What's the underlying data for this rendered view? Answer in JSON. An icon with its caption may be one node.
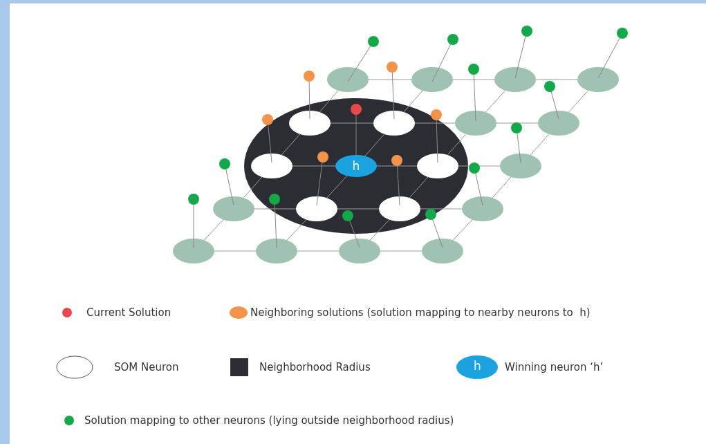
{
  "diagram": {
    "nodes": [
      {
        "text": [
          "h"
        ]
      }
    ],
    "edges": [],
    "labels": [
      "h"
    ],
    "legend": [
      {
        "text": "Current Solution",
        "color": "#e8474b"
      },
      {
        "text": "Neighboring solutions (solution mapping to nearby neurons to  h)",
        "color": "#f4934a"
      },
      {
        "text": "SOM Neuron"
      },
      {
        "text": "Neighborhood Radius",
        "color": "#2b2d33"
      },
      {
        "text": "Winning neuron ‘h’",
        "color": "#1ba3e0"
      },
      {
        "text": "Solution mapping to other neurons (lying outside neighborhood radius)",
        "color": "#13a84a"
      }
    ]
  }
}
